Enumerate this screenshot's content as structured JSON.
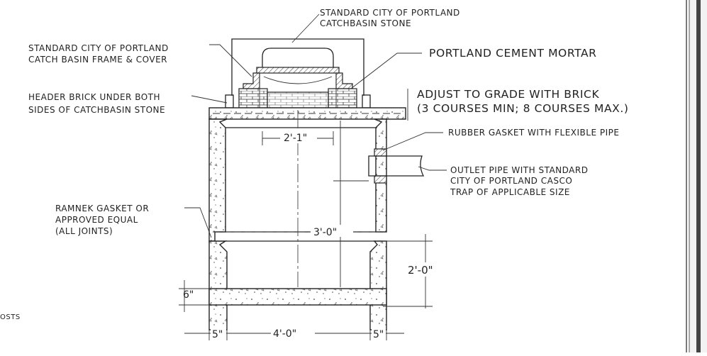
{
  "labels": {
    "catchbasin_stone": [
      "STANDARD CITY OF PORTLAND",
      "CATCHBASIN STONE"
    ],
    "frame_cover": [
      "STANDARD CITY OF PORTLAND",
      "CATCH BASIN FRAME & COVER"
    ],
    "mortar": "PORTLAND CEMENT MORTAR",
    "header_brick": [
      "HEADER BRICK UNDER BOTH",
      "SIDES OF CATCHBASIN STONE"
    ],
    "adjust": [
      "ADJUST TO GRADE WITH BRICK",
      "(3 COURSES MIN; 8 COURSES MAX.)"
    ],
    "rubber_gasket": "RUBBER GASKET WITH FLEXIBLE PIPE",
    "outlet_pipe": [
      "OUTLET PIPE WITH STANDARD",
      "CITY OF PORTLAND CASCO",
      "TRAP OF APPLICABLE SIZE"
    ],
    "ramnek": [
      "RAMNEK GASKET OR",
      "APPROVED EQUAL",
      "(ALL JOINTS)"
    ],
    "edge_fragment": "OSTS"
  },
  "dimensions": {
    "opening": "2'-1\"",
    "inner_width": "3'-0\"",
    "riser_height": "2'-0\"",
    "base_thickness": "6\"",
    "wall_left": "5\"",
    "outer_width": "4'-0\"",
    "wall_right": "5\""
  }
}
